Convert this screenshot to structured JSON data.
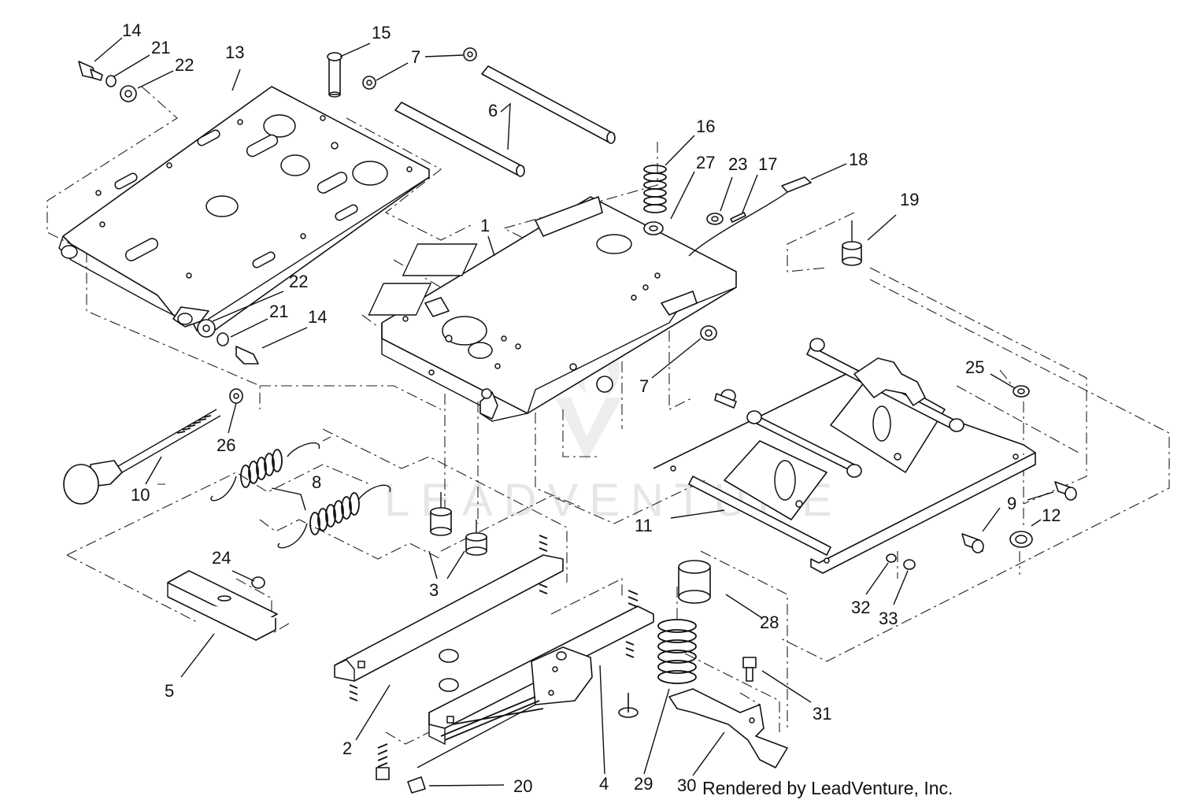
{
  "watermark": "LEADVENTURE",
  "credit": "Rendered by LeadVenture, Inc.",
  "callouts": [
    {
      "id": "c14a",
      "text": "14"
    },
    {
      "id": "c21a",
      "text": "21"
    },
    {
      "id": "c22a",
      "text": "22"
    },
    {
      "id": "c13",
      "text": "13"
    },
    {
      "id": "c15",
      "text": "15"
    },
    {
      "id": "c7a",
      "text": "7"
    },
    {
      "id": "c6",
      "text": "6"
    },
    {
      "id": "c16",
      "text": "16"
    },
    {
      "id": "c27",
      "text": "27"
    },
    {
      "id": "c23",
      "text": "23"
    },
    {
      "id": "c17",
      "text": "17"
    },
    {
      "id": "c18",
      "text": "18"
    },
    {
      "id": "c19",
      "text": "19"
    },
    {
      "id": "c1",
      "text": "1"
    },
    {
      "id": "c22b",
      "text": "22"
    },
    {
      "id": "c21b",
      "text": "21"
    },
    {
      "id": "c14b",
      "text": "14"
    },
    {
      "id": "c7b",
      "text": "7"
    },
    {
      "id": "c25",
      "text": "25"
    },
    {
      "id": "c26",
      "text": "26"
    },
    {
      "id": "c8",
      "text": "8"
    },
    {
      "id": "c10",
      "text": "10"
    },
    {
      "id": "c9",
      "text": "9"
    },
    {
      "id": "c12",
      "text": "12"
    },
    {
      "id": "c11",
      "text": "11"
    },
    {
      "id": "c24",
      "text": "24"
    },
    {
      "id": "c3",
      "text": "3"
    },
    {
      "id": "c32",
      "text": "32"
    },
    {
      "id": "c33",
      "text": "33"
    },
    {
      "id": "c28",
      "text": "28"
    },
    {
      "id": "c5",
      "text": "5"
    },
    {
      "id": "c31",
      "text": "31"
    },
    {
      "id": "c2",
      "text": "2"
    },
    {
      "id": "c4",
      "text": "4"
    },
    {
      "id": "c29",
      "text": "29"
    },
    {
      "id": "c20",
      "text": "20"
    },
    {
      "id": "c30",
      "text": "30"
    }
  ]
}
